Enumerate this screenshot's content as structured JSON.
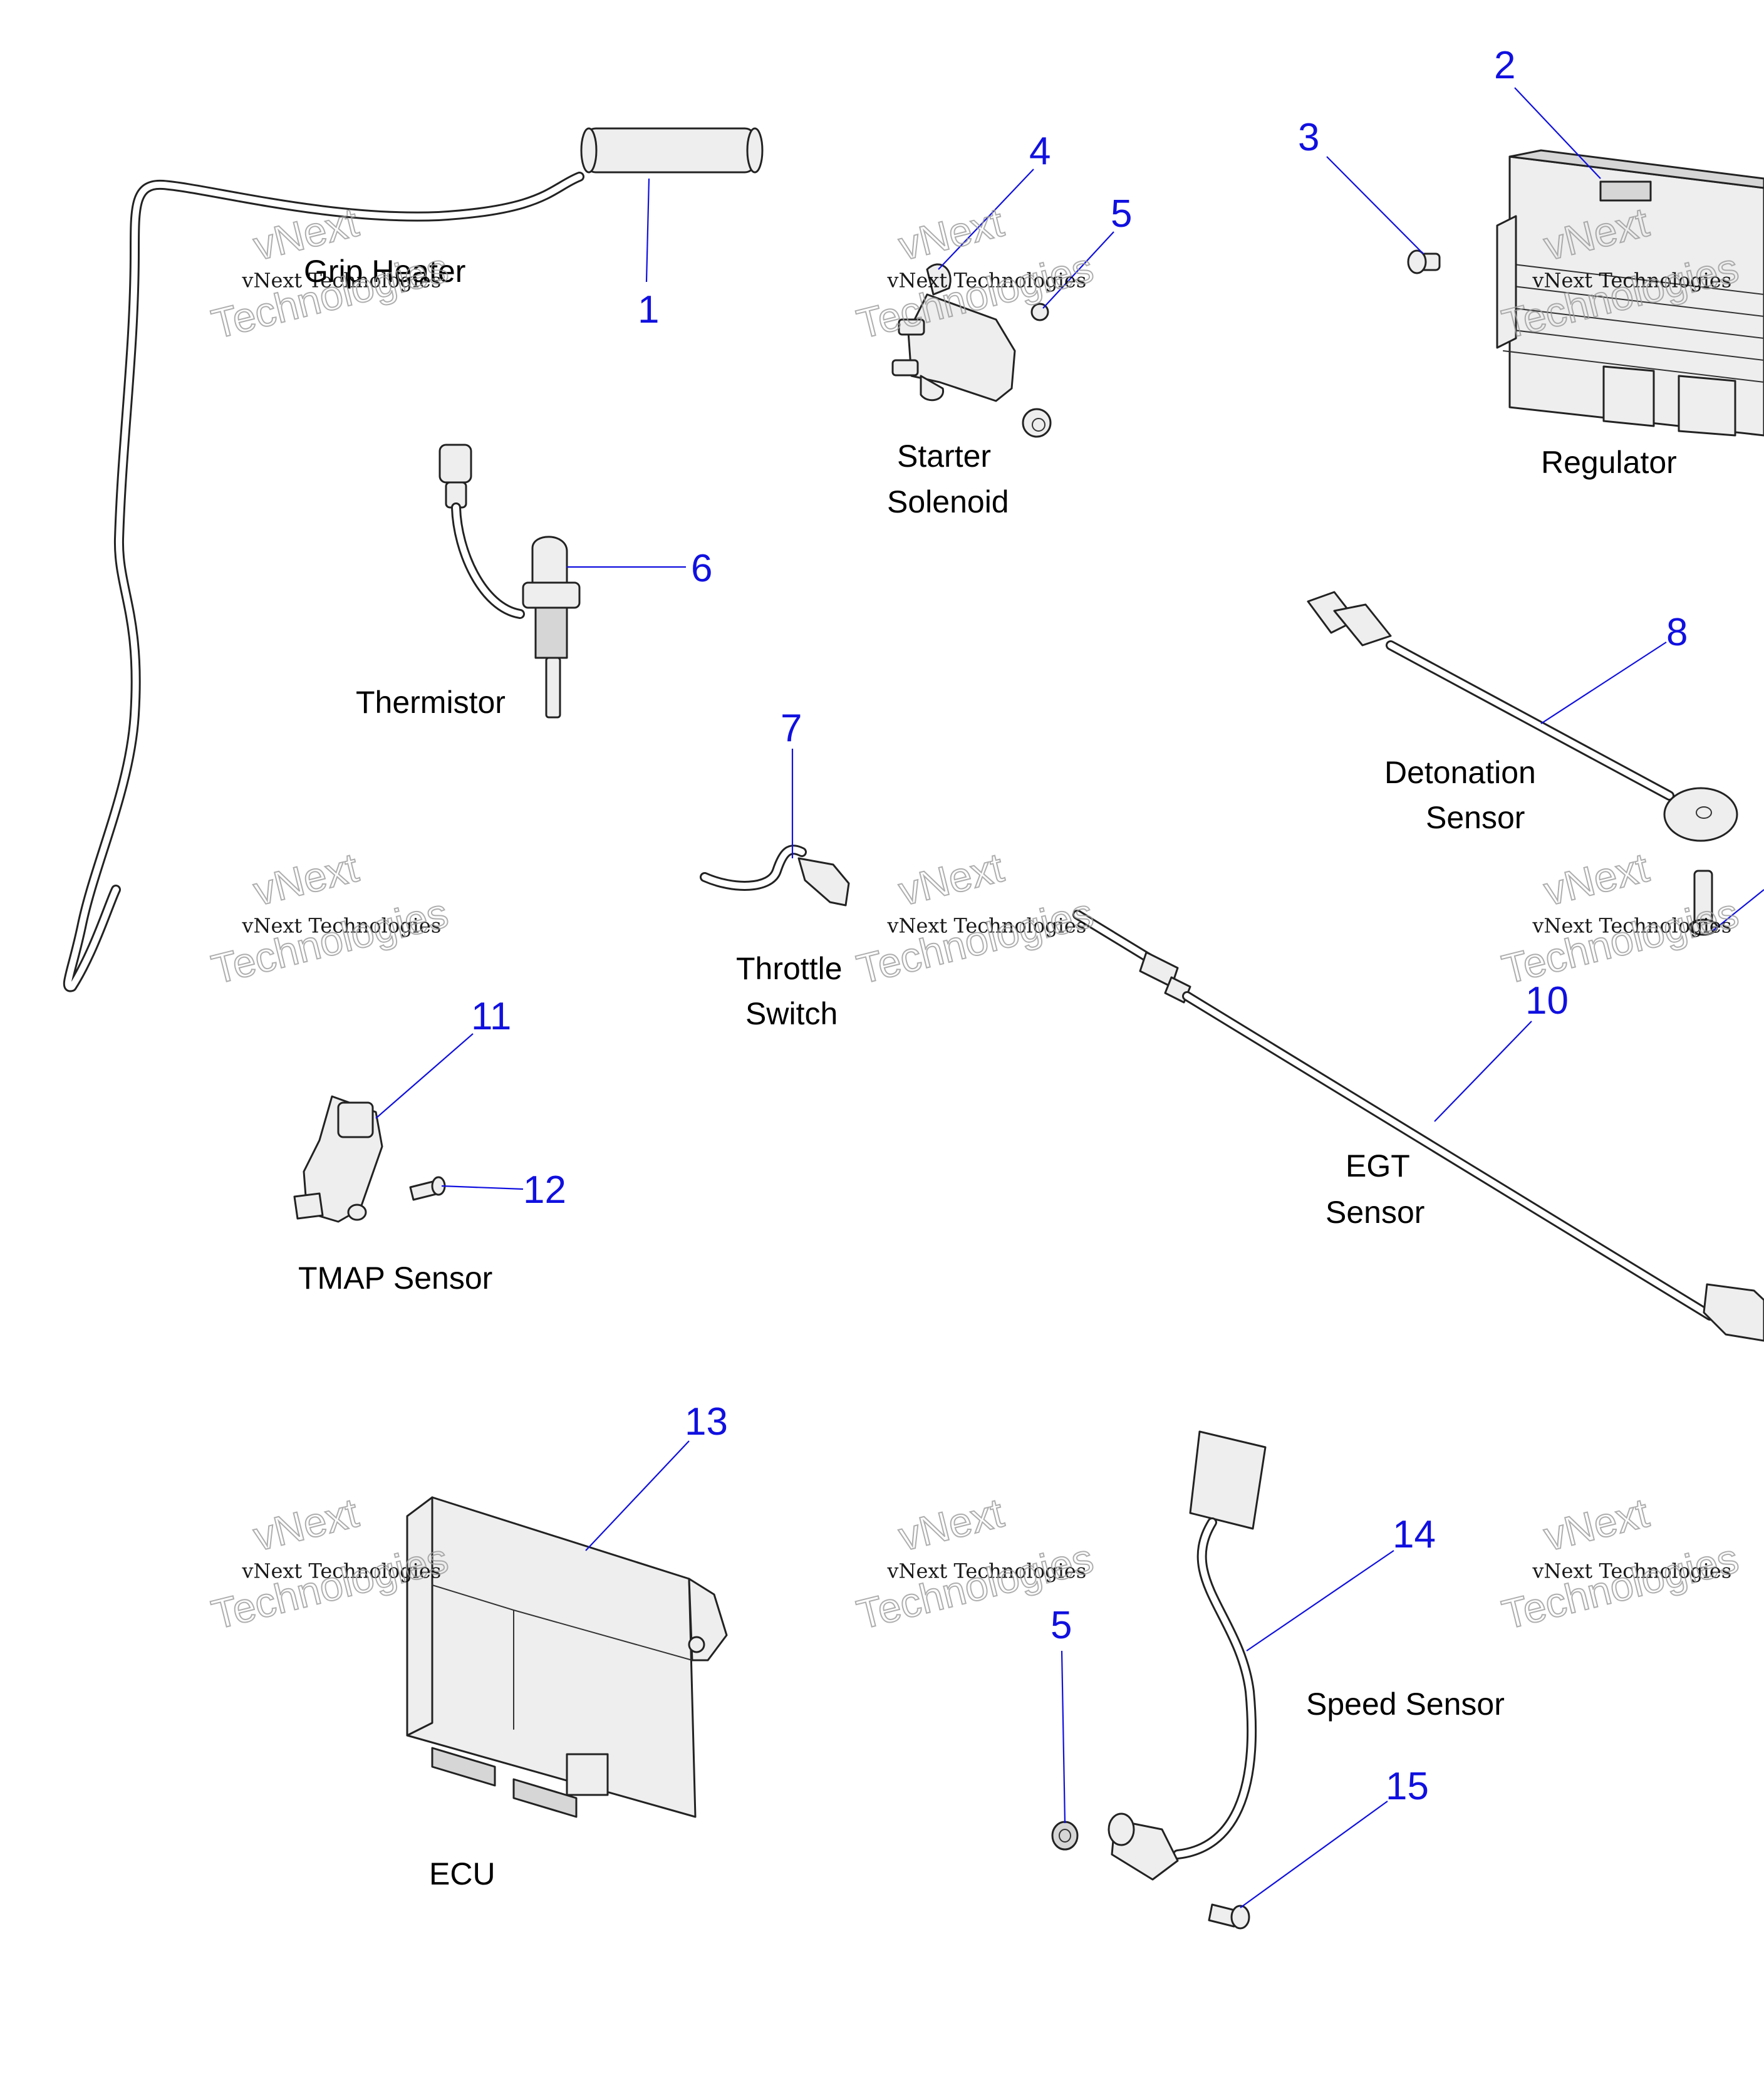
{
  "watermark": {
    "line1": "vNext",
    "line2": "vNext Technologies",
    "line3": "Technologies"
  },
  "callouts": {
    "c1": "1",
    "c2": "2",
    "c3": "3",
    "c4": "4",
    "c5a": "5",
    "c5b": "5",
    "c6": "6",
    "c7": "7",
    "c8": "8",
    "c10": "10",
    "c11": "11",
    "c12": "12",
    "c13": "13",
    "c14": "14",
    "c15": "15"
  },
  "labels": {
    "grip_heater": "Grip Heater",
    "starter_1": "Starter",
    "starter_2": "Solenoid",
    "regulator": "Regulator",
    "thermistor": "Thermistor",
    "detonation_1": "Detonation",
    "detonation_2": "Sensor",
    "throttle_1": "Throttle",
    "throttle_2": "Switch",
    "egt_1": "EGT",
    "egt_2": "Sensor",
    "tmap": "TMAP Sensor",
    "speed": "Speed Sensor",
    "ecu": "ECU"
  },
  "colors": {
    "callout": "#1010e0",
    "label": "#000000",
    "background": "#ffffff"
  }
}
